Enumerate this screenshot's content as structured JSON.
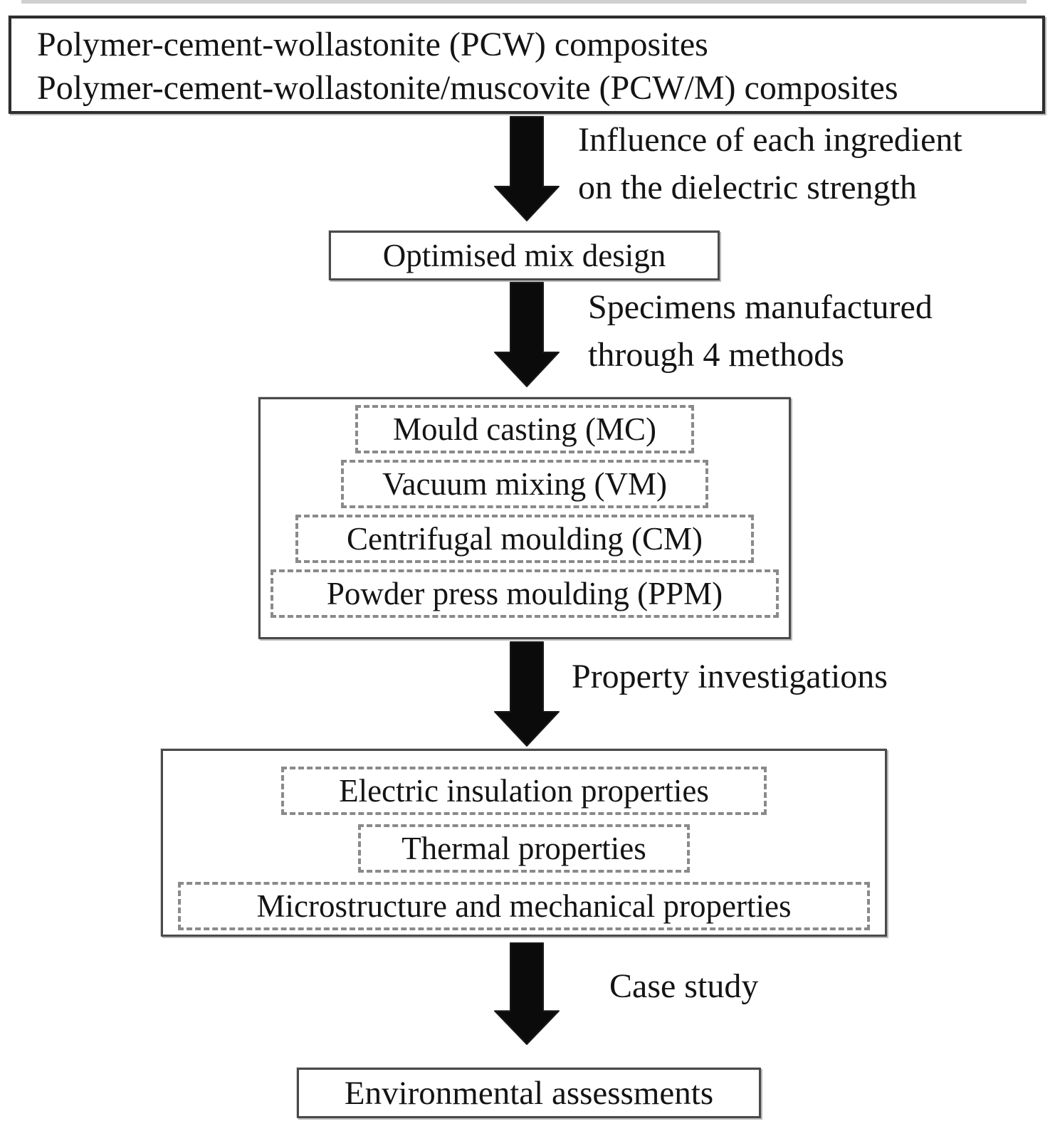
{
  "title_box": {
    "line1": "Polymer-cement-wollastonite (PCW) composites",
    "line2": "Polymer-cement-wollastonite/muscovite (PCW/M) composites"
  },
  "step1": {
    "arrow_label_line1": "Influence of each ingredient",
    "arrow_label_line2": "on the dielectric strength",
    "box": "Optimised mix design"
  },
  "step2": {
    "arrow_label_line1": "Specimens manufactured",
    "arrow_label_line2": "through 4 methods",
    "methods": [
      "Mould casting (MC)",
      "Vacuum mixing (VM)",
      "Centrifugal moulding (CM)",
      "Powder press moulding (PPM)"
    ]
  },
  "step3": {
    "arrow_label": "Property investigations",
    "properties": [
      "Electric insulation properties",
      "Thermal properties",
      "Microstructure and mechanical properties"
    ]
  },
  "step4": {
    "arrow_label": "Case study",
    "box": "Environmental assessments"
  },
  "colors": {
    "background": "#ffffff",
    "text": "#141414",
    "solid_border": "#4a4a4a",
    "dashed_border": "#8a8a8a",
    "arrow_fill": "#0b0b0b"
  }
}
